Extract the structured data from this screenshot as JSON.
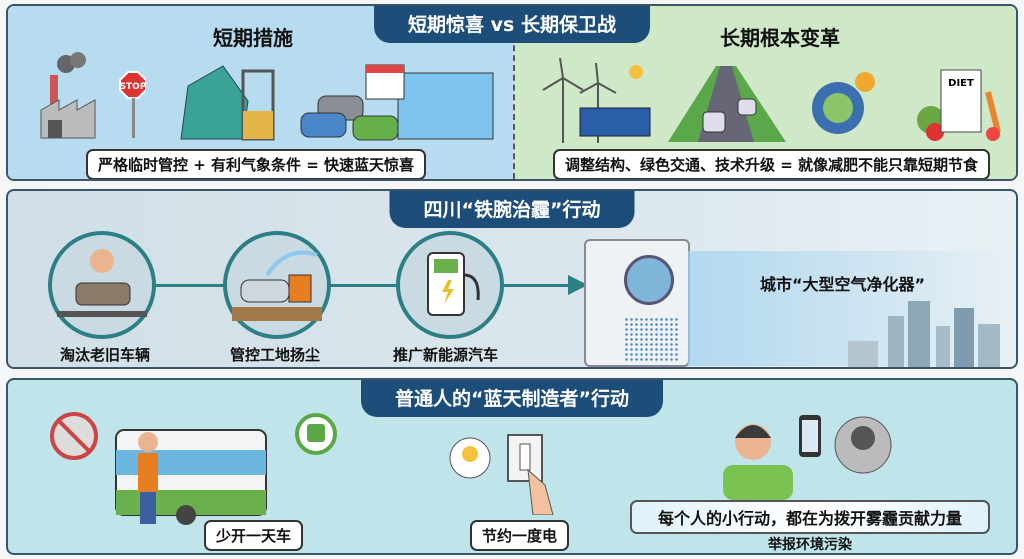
{
  "top": {
    "title": "短期惊喜 vs 长期保卫战",
    "left_heading": "短期措施",
    "right_heading": "长期根本变革",
    "left_caption": "严格临时管控 + 有利气象条件 = 快速蓝天惊喜",
    "right_caption": "调整结构、绿色交通、技术升级 = 就像减肥不能只靠短期节食",
    "stop_sign": "STOP",
    "diet_label": "DIET"
  },
  "middle": {
    "title": "四川“铁腕治霾”行动",
    "steps": [
      "淘汰老旧车辆",
      "管控工地扬尘",
      "推广新能源汽车"
    ],
    "purifier_label": "城市“大型空气净化器”"
  },
  "bottom": {
    "title": "普通人的“蓝天制造者”行动",
    "actions": [
      "少开一天车",
      "节约一度电"
    ],
    "banner": "每个人的小行动，都在为拨开雾霾贡献力量",
    "report": "举报环境污染"
  },
  "colors": {
    "navy": "#1d4e79",
    "left_blue": "#b7dbef",
    "right_green": "#cfe8c8",
    "mid_bg": "#d4e3ea",
    "bottom_bg": "#bfe5ea"
  }
}
